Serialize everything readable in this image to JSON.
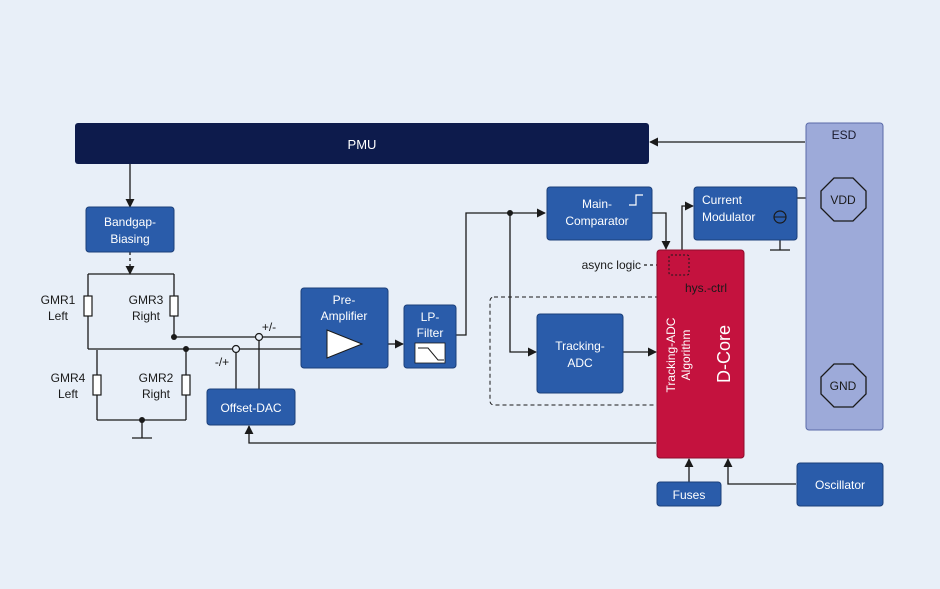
{
  "colors": {
    "background": "#e8eff8",
    "pmu_fill": "#0d1b4c",
    "block_fill": "#2a5caa",
    "block_stroke": "#1b3f7a",
    "dcore_fill": "#c4123e",
    "esd_fill": "#9daad9",
    "wire": "#1a1a1a"
  },
  "blocks": {
    "pmu": "PMU",
    "esd": "ESD",
    "bandgap_line1": "Bandgap-",
    "bandgap_line2": "Biasing",
    "preamp_line1": "Pre-",
    "preamp_line2": "Amplifier",
    "lpfilter_line1": "LP-",
    "lpfilter_line2": "Filter",
    "comparator_line1": "Main-",
    "comparator_line2": "Comparator",
    "modulator_line1": "Current",
    "modulator_line2": "Modulator",
    "tracking_adc_line1": "Tracking-",
    "tracking_adc_line2": "ADC",
    "dcore": "D-Core",
    "algorithm_line1": "Tracking-ADC",
    "algorithm_line2": "Algorithm",
    "offset_dac": "Offset-DAC",
    "fuses": "Fuses",
    "oscillator": "Oscillator",
    "vdd": "VDD",
    "gnd": "GND"
  },
  "labels": {
    "gmr1_line1": "GMR1",
    "gmr1_line2": "Left",
    "gmr3_line1": "GMR3",
    "gmr3_line2": "Right",
    "gmr4_line1": "GMR4",
    "gmr4_line2": "Left",
    "gmr2_line1": "GMR2",
    "gmr2_line2": "Right",
    "plus_minus": "+/-",
    "minus_plus": "-/+",
    "async_logic": "async logic",
    "hys_ctrl": "hys.-ctrl"
  }
}
